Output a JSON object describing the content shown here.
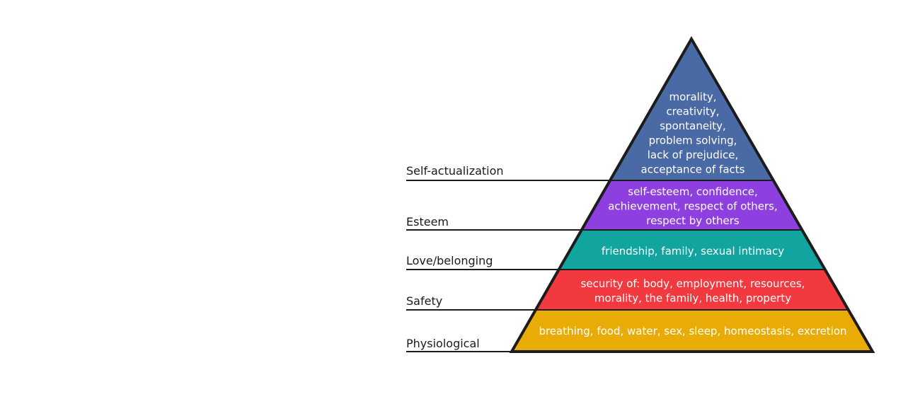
{
  "diagram": {
    "type": "pyramid",
    "title": "",
    "levels": [
      {
        "name": "Self-actualization",
        "color": "#4a6aa5",
        "lines": [
          "morality,",
          "creativity,",
          "spontaneity,",
          "problem solving,",
          "lack of prejudice,",
          "acceptance of facts"
        ]
      },
      {
        "name": "Esteem",
        "color": "#8e3fe0",
        "lines": [
          "self-esteem, confidence,",
          "achievement, respect of others,",
          "respect by others"
        ]
      },
      {
        "name": "Love/belonging",
        "color": "#12a5a0",
        "lines": [
          "friendship, family, sexual intimacy"
        ]
      },
      {
        "name": "Safety",
        "color": "#f2393f",
        "lines": [
          "security of: body, employment, resources,",
          "morality, the family, health, property"
        ]
      },
      {
        "name": "Physiological",
        "color": "#e9ac07",
        "lines": [
          "breathing, food, water, sex, sleep, homeostasis, excretion"
        ]
      }
    ],
    "outline_color": "#1c1c1c"
  }
}
